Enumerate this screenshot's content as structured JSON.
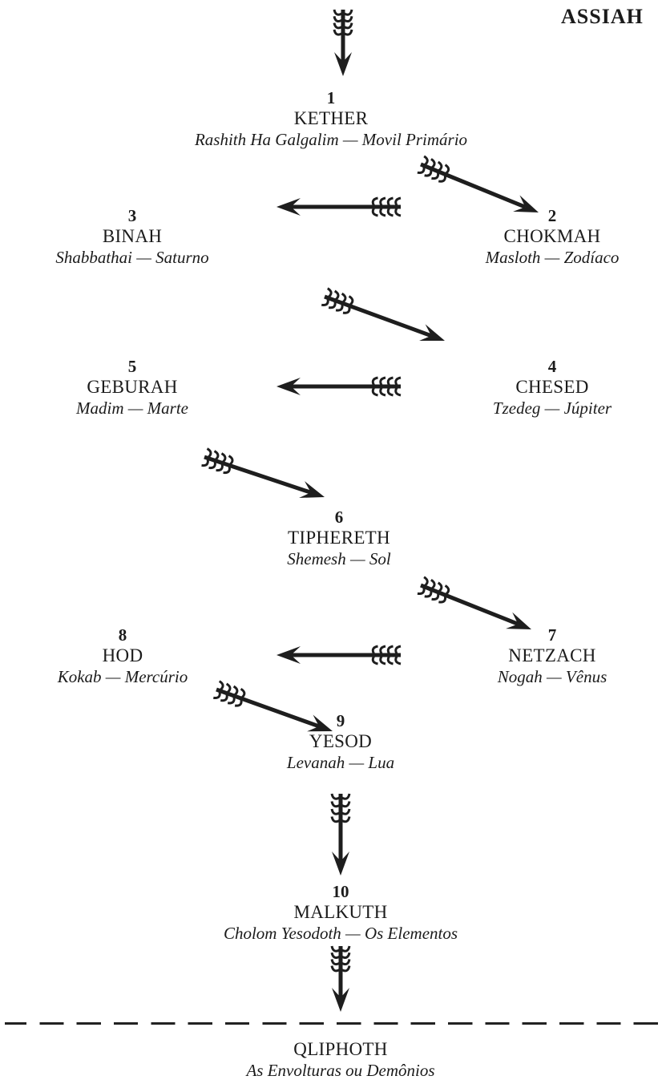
{
  "title": "ASSIAH",
  "nodes": {
    "kether": {
      "num": "1",
      "name": "KETHER",
      "desc": "Rashith Ha Galgalim — Movil Primário"
    },
    "chokmah": {
      "num": "2",
      "name": "CHOKMAH",
      "desc": "Masloth — Zodíaco"
    },
    "binah": {
      "num": "3",
      "name": "BINAH",
      "desc": "Shabbathai — Saturno"
    },
    "chesed": {
      "num": "4",
      "name": "CHESED",
      "desc": "Tzedeg — Júpiter"
    },
    "geburah": {
      "num": "5",
      "name": "GEBURAH",
      "desc": "Madim — Marte"
    },
    "tiphereth": {
      "num": "6",
      "name": "TIPHERETH",
      "desc": "Shemesh — Sol"
    },
    "netzach": {
      "num": "7",
      "name": "NETZACH",
      "desc": "Nogah — Vênus"
    },
    "hod": {
      "num": "8",
      "name": "HOD",
      "desc": "Kokab — Mercúrio"
    },
    "yesod": {
      "num": "9",
      "name": "YESOD",
      "desc": "Levanah — Lua"
    },
    "malkuth": {
      "num": "10",
      "name": "MALKUTH",
      "desc": "Cholom Yesodoth — Os Elementos"
    },
    "qliphoth": {
      "num": "",
      "name": "QLIPHOTH",
      "desc": "As Envolturas ou Demônios"
    }
  }
}
